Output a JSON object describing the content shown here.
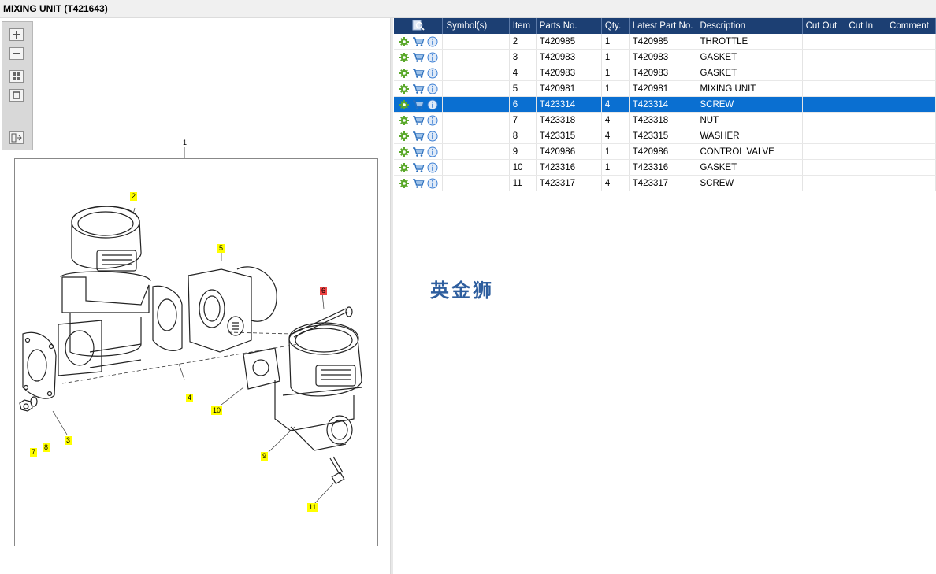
{
  "window": {
    "title": "MIXING UNIT (T421643)"
  },
  "toolbar": {
    "items": [
      {
        "name": "zoom-in-icon"
      },
      {
        "name": "zoom-out-icon"
      },
      {
        "name": "fit-all-icon"
      },
      {
        "name": "actual-size-icon"
      },
      {
        "name": "export-icon"
      }
    ]
  },
  "diagram": {
    "frame_label": "1",
    "callouts": [
      {
        "label": "2",
        "style": "yellow"
      },
      {
        "label": "5",
        "style": "yellow"
      },
      {
        "label": "6",
        "style": "red"
      },
      {
        "label": "4",
        "style": "yellow"
      },
      {
        "label": "10",
        "style": "yellow"
      },
      {
        "label": "3",
        "style": "yellow"
      },
      {
        "label": "7",
        "style": "yellow"
      },
      {
        "label": "8",
        "style": "yellow"
      },
      {
        "label": "9",
        "style": "yellow"
      },
      {
        "label": "11",
        "style": "yellow"
      }
    ]
  },
  "table": {
    "headers": [
      "",
      "Symbol(s)",
      "Item",
      "Parts No.",
      "Qty.",
      "Latest Part No.",
      "Description",
      "Cut Out",
      "Cut In",
      "Comment"
    ],
    "rows": [
      {
        "symbol": "",
        "item": "2",
        "part": "T420985",
        "qty": "1",
        "latest": "T420985",
        "desc": "THROTTLE",
        "cut_out": "",
        "cut_in": "",
        "comment": ""
      },
      {
        "symbol": "",
        "item": "3",
        "part": "T420983",
        "qty": "1",
        "latest": "T420983",
        "desc": "GASKET",
        "cut_out": "",
        "cut_in": "",
        "comment": ""
      },
      {
        "symbol": "",
        "item": "4",
        "part": "T420983",
        "qty": "1",
        "latest": "T420983",
        "desc": "GASKET",
        "cut_out": "",
        "cut_in": "",
        "comment": ""
      },
      {
        "symbol": "",
        "item": "5",
        "part": "T420981",
        "qty": "1",
        "latest": "T420981",
        "desc": "MIXING UNIT",
        "cut_out": "",
        "cut_in": "",
        "comment": ""
      },
      {
        "symbol": "",
        "item": "6",
        "part": "T423314",
        "qty": "4",
        "latest": "T423314",
        "desc": "SCREW",
        "cut_out": "",
        "cut_in": "",
        "comment": ""
      },
      {
        "symbol": "",
        "item": "7",
        "part": "T423318",
        "qty": "4",
        "latest": "T423318",
        "desc": "NUT",
        "cut_out": "",
        "cut_in": "",
        "comment": ""
      },
      {
        "symbol": "",
        "item": "8",
        "part": "T423315",
        "qty": "4",
        "latest": "T423315",
        "desc": "WASHER",
        "cut_out": "",
        "cut_in": "",
        "comment": ""
      },
      {
        "symbol": "",
        "item": "9",
        "part": "T420986",
        "qty": "1",
        "latest": "T420986",
        "desc": "CONTROL VALVE",
        "cut_out": "",
        "cut_in": "",
        "comment": ""
      },
      {
        "symbol": "",
        "item": "10",
        "part": "T423316",
        "qty": "1",
        "latest": "T423316",
        "desc": "GASKET",
        "cut_out": "",
        "cut_in": "",
        "comment": ""
      },
      {
        "symbol": "",
        "item": "11",
        "part": "T423317",
        "qty": "4",
        "latest": "T423317",
        "desc": "SCREW",
        "cut_out": "",
        "cut_in": "",
        "comment": ""
      }
    ],
    "selected_index": 4,
    "row_icons": [
      "gear-icon",
      "cart-icon",
      "info-icon"
    ]
  },
  "watermark": {
    "text": "英金狮"
  },
  "colors": {
    "header_bg": "#1c3f73",
    "selected_row": "#0a6fd1",
    "callout": "#ffff00",
    "callout_selected": "#ee4444",
    "gear": "#5aa82a",
    "cart": "#2a6fbd",
    "info": "#3b7fd4"
  }
}
